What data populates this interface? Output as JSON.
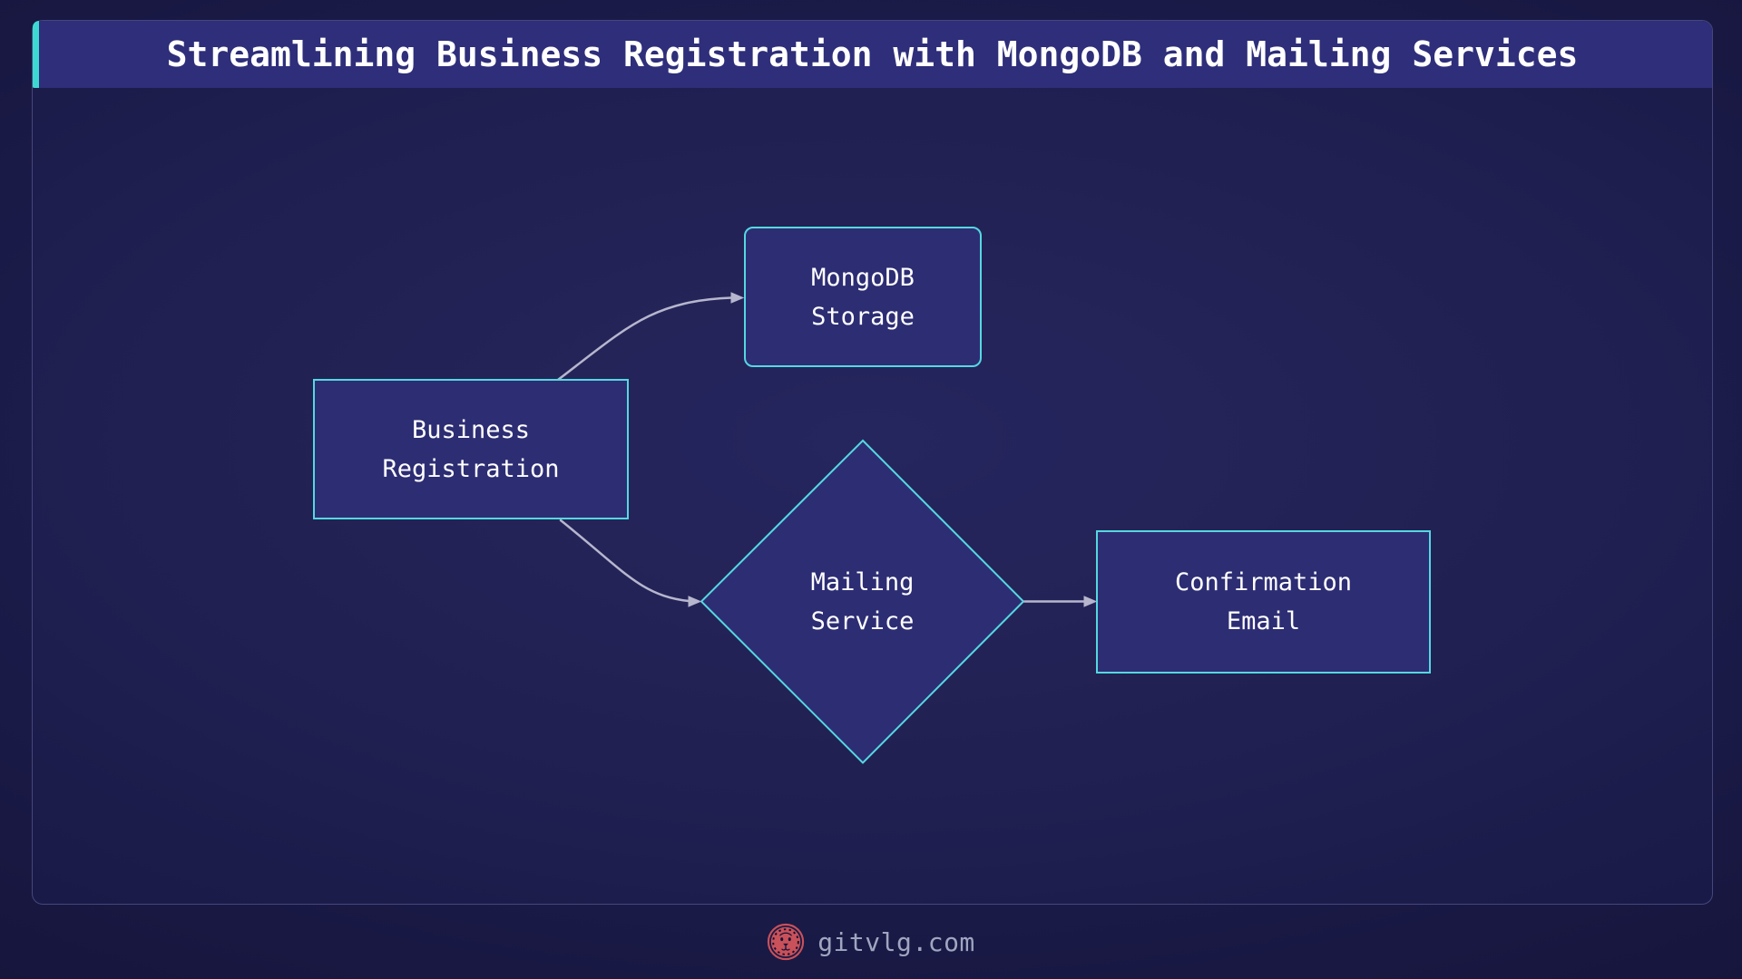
{
  "title_bar": {
    "title": "Streamlining Business Registration with MongoDB and Mailing Services"
  },
  "diagram": {
    "nodes": {
      "business": {
        "line1": "Business",
        "line2": "Registration",
        "shape": "rectangle"
      },
      "mongodb": {
        "line1": "MongoDB",
        "line2": "Storage",
        "shape": "rounded-rectangle"
      },
      "mailing": {
        "line1": "Mailing",
        "line2": "Service",
        "shape": "diamond"
      },
      "confirmation": {
        "line1": "Confirmation",
        "line2": "Email",
        "shape": "rectangle"
      }
    },
    "edges": [
      {
        "from": "Business Registration",
        "to": "MongoDB Storage",
        "style": "curved-arrow"
      },
      {
        "from": "Business Registration",
        "to": "Mailing Service",
        "style": "curved-arrow"
      },
      {
        "from": "Mailing Service",
        "to": "Confirmation Email",
        "style": "straight-arrow"
      }
    ]
  },
  "footer": {
    "brand": "gitvlg.com",
    "logo": "lion-icon"
  },
  "colors": {
    "accent_teal": "#3ed8d2",
    "titlebar_bg": "#2e2e7a",
    "node_fill": "#2d2d74",
    "node_border": "#55d8e0",
    "edge_stroke": "#b6b6ce",
    "node_text": "#ffffff",
    "title_text": "#ffffff",
    "panel_border": "#46467e",
    "bg_center": "#24245a",
    "bg_outer": "#0f0f2e",
    "footer_text": "#9fa6c0",
    "logo_red": "#c9515a"
  }
}
